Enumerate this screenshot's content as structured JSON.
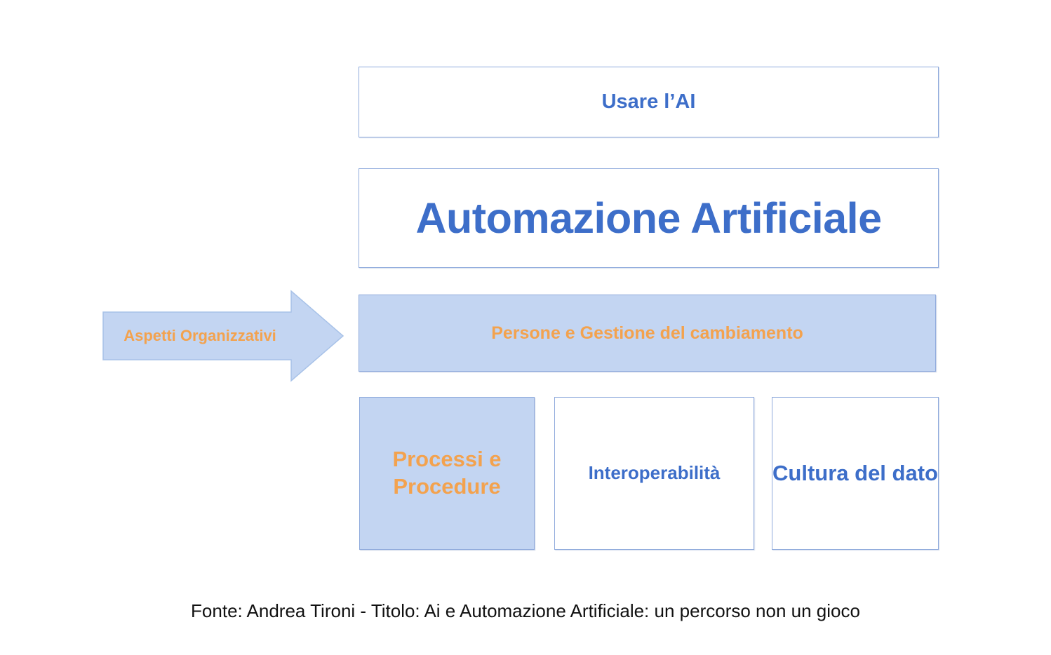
{
  "diagram": {
    "bands": [
      {
        "id": "usare-ai",
        "label": "Usare l’AI",
        "style": "outline",
        "text_color": "#3d6ec9"
      },
      {
        "id": "automazione",
        "label": "Automazione Artificiale",
        "style": "outline",
        "text_color": "#3d6ec9"
      },
      {
        "id": "persone",
        "label": "Persone e Gestione del cambiamento",
        "style": "filled",
        "text_color": "#f3a24e"
      }
    ],
    "cards": [
      {
        "id": "processi",
        "label": "Processi e Procedure",
        "style": "filled",
        "text_color": "#f3a24e"
      },
      {
        "id": "interoperabilita",
        "label": "Interoperabilità",
        "style": "outline",
        "text_color": "#3d6ec9"
      },
      {
        "id": "cultura",
        "label": "Cultura del dato",
        "style": "outline",
        "text_color": "#3d6ec9"
      }
    ],
    "arrow": {
      "label": "Aspetti Organizzativi",
      "direction": "right",
      "fill": "#c3d5f2",
      "text_color": "#f3a24e"
    },
    "caption": "Fonte: Andrea Tironi - Titolo: Ai e Automazione Artificiale: un percorso non un gioco",
    "colors": {
      "accent_blue": "#3d6ec9",
      "accent_orange": "#f3a24e",
      "fill_blue": "#c3d5f2",
      "border_blue": "#8faadc",
      "background": "#ffffff"
    }
  }
}
